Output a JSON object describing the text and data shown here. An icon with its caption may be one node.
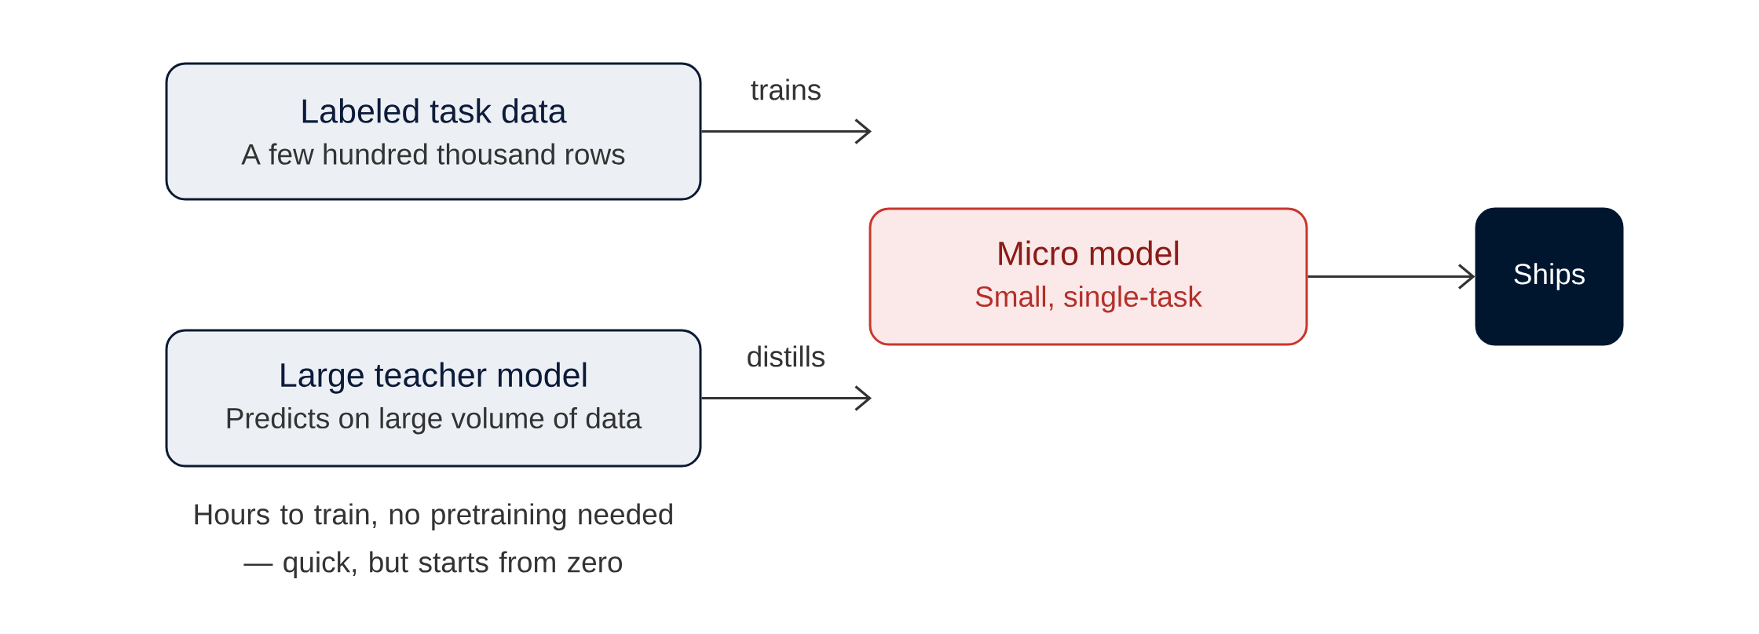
{
  "diagram": {
    "nodes": [
      {
        "text": [
          "Labeled task data",
          "A few hundred thousand rows"
        ]
      },
      {
        "text": [
          "Large teacher model",
          "Predicts on large volume of data"
        ],
        "beside": [
          "Hours to train, no pretraining needed — quick, but starts from zero"
        ]
      },
      {
        "text": [
          "Micro model",
          "Small, single-task"
        ]
      },
      {
        "text": [
          "Ships"
        ]
      }
    ],
    "edges": [
      {
        "from": 0,
        "to": null,
        "arrow": "to",
        "label": "trains"
      },
      {
        "from": 1,
        "to": null,
        "arrow": "to",
        "label": "distills"
      },
      {
        "from": 2,
        "to": 3,
        "arrow": "to"
      }
    ]
  }
}
